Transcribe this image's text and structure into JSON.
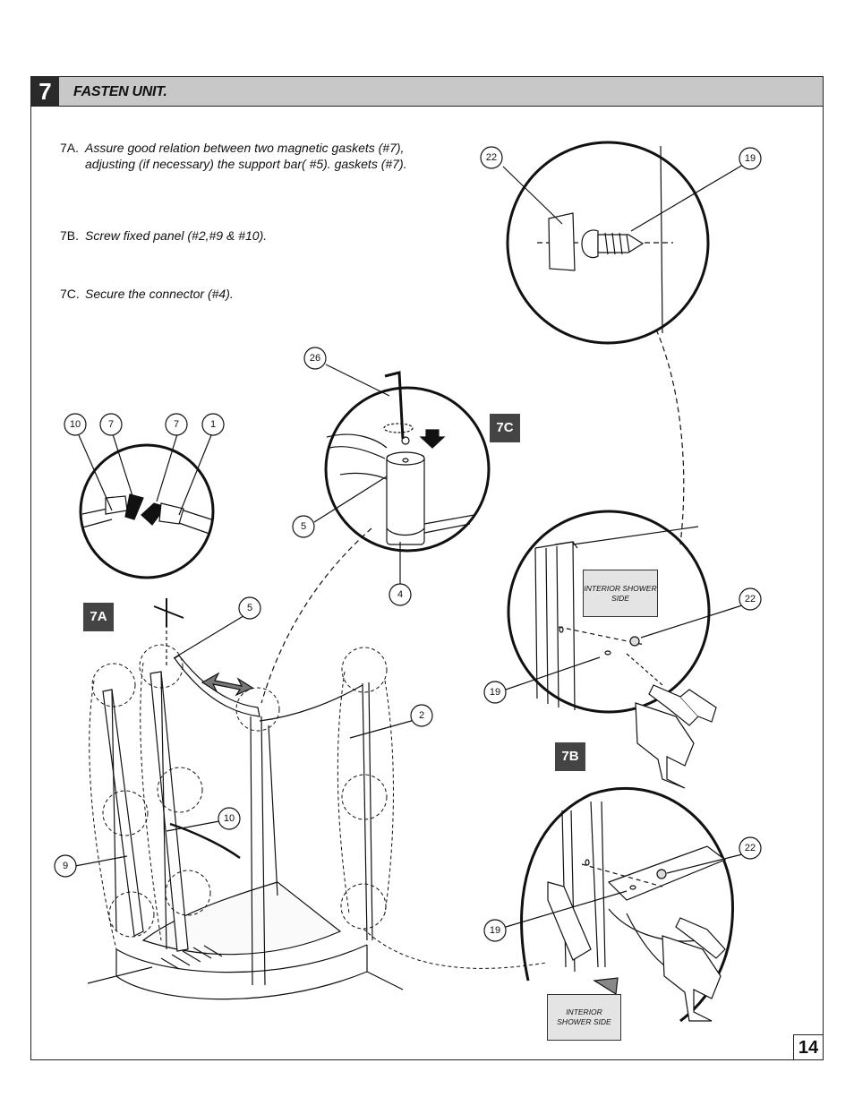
{
  "step": {
    "number": "7",
    "title": "FASTEN UNIT."
  },
  "instructions": [
    {
      "label": "7A.",
      "text": "Assure good relation between two magnetic gaskets (#7), adjusting (if necessary) the support bar( #5). gaskets (#7)."
    },
    {
      "label": "7B.",
      "text": "Screw fixed panel (#2,#9 & #10)."
    },
    {
      "label": "7C.",
      "text": "Secure the connector (#4)."
    }
  ],
  "detail_tags": {
    "a": "7A",
    "b": "7B",
    "c": "7C"
  },
  "callouts": {
    "top_right_22": "22",
    "top_right_19": "19",
    "c_26": "26",
    "c_5": "5",
    "c_4": "4",
    "a_10": "10",
    "a_7_left": "7",
    "a_7_right": "7",
    "a_1": "1",
    "main_5": "5",
    "main_2": "2",
    "main_10": "10",
    "main_9": "9",
    "b_22": "22",
    "b_19": "19",
    "b2_22": "22",
    "b2_19": "19"
  },
  "interior_label_1": "INTERIOR SHOWER SIDE",
  "interior_label_2": "INTERIOR SHOWER SIDE",
  "page_number": "14",
  "icons": [
    "screwdriver-icon",
    "power-drill-icon",
    "allen-key-icon",
    "arrow-down-icon",
    "double-arrow-icon"
  ]
}
